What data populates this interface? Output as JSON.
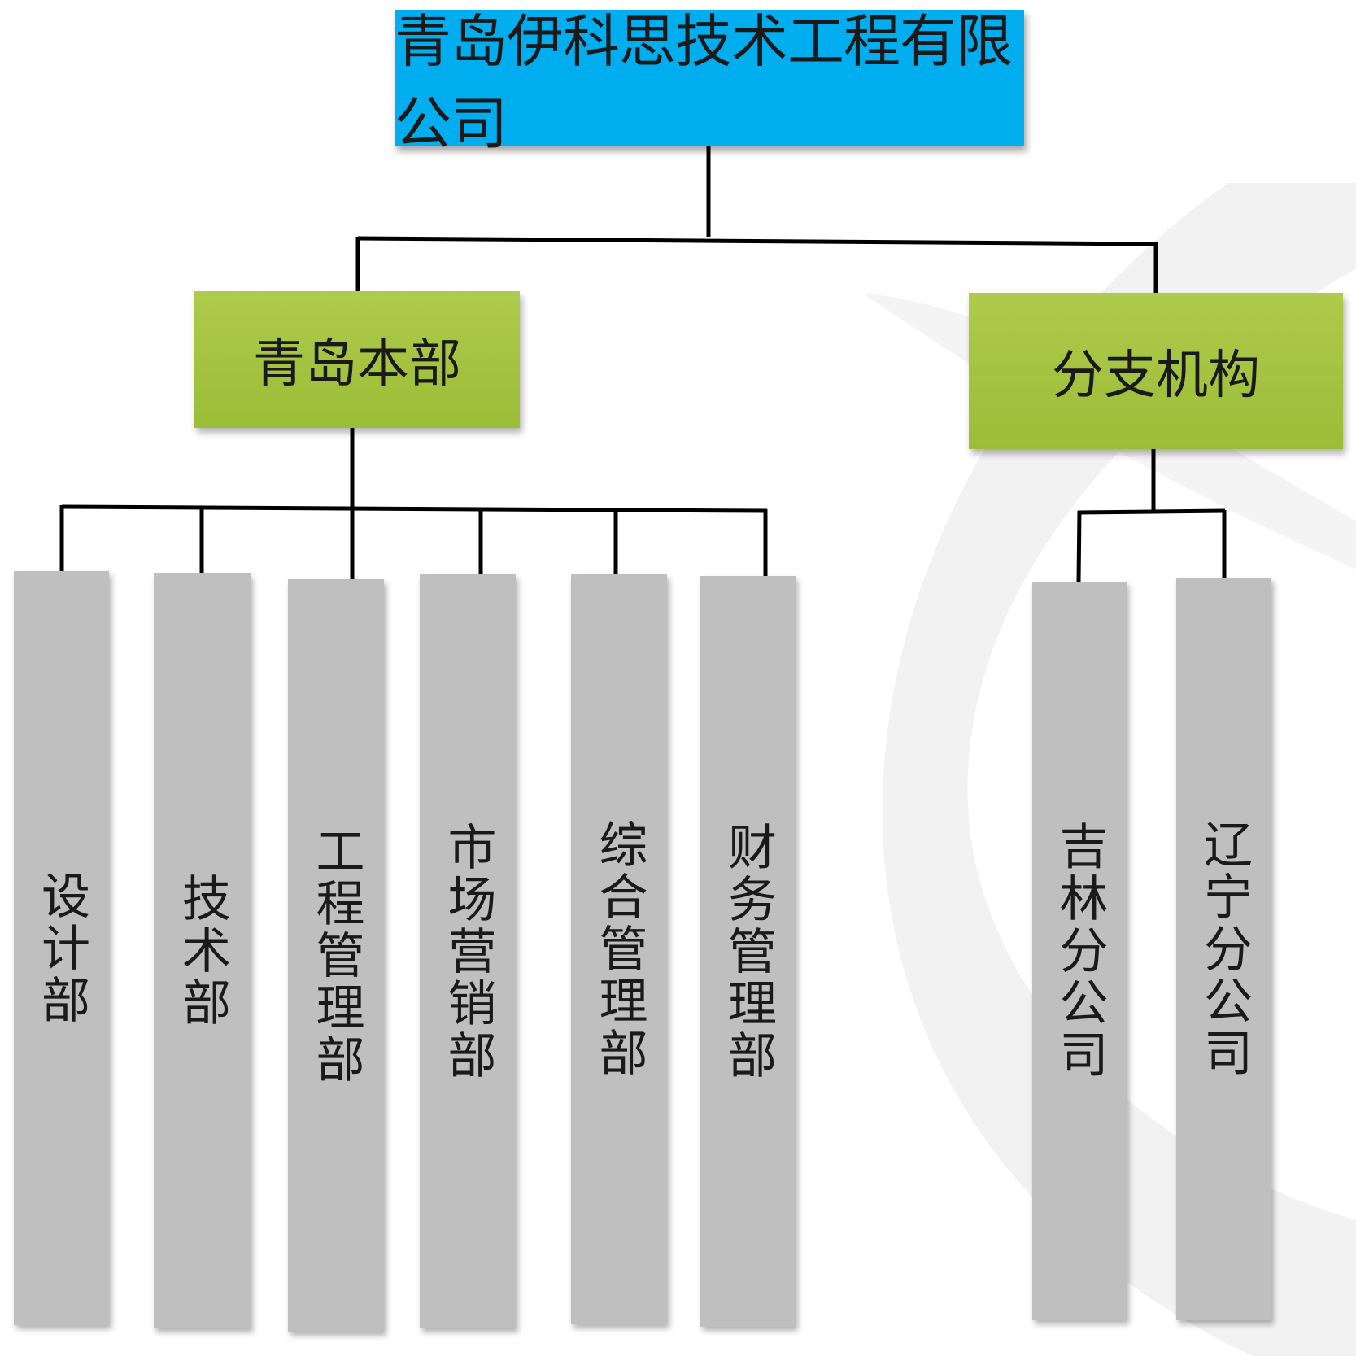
{
  "root": {
    "label": "青岛伊科思技术工程有限公司"
  },
  "branches": {
    "hq": {
      "label": "青岛本部",
      "children": [
        "设计部",
        "技术部",
        "工程管理部",
        "市场营销部",
        "综合管理部",
        "财务管理部"
      ]
    },
    "br": {
      "label": "分支机构",
      "children": [
        "吉林分公司",
        "辽宁分公司"
      ]
    }
  },
  "colors": {
    "root_fill": "#00aeef",
    "branch_fill": "#9bbd37",
    "dept_fill": "#bfbfbf",
    "connector": "#000000"
  }
}
